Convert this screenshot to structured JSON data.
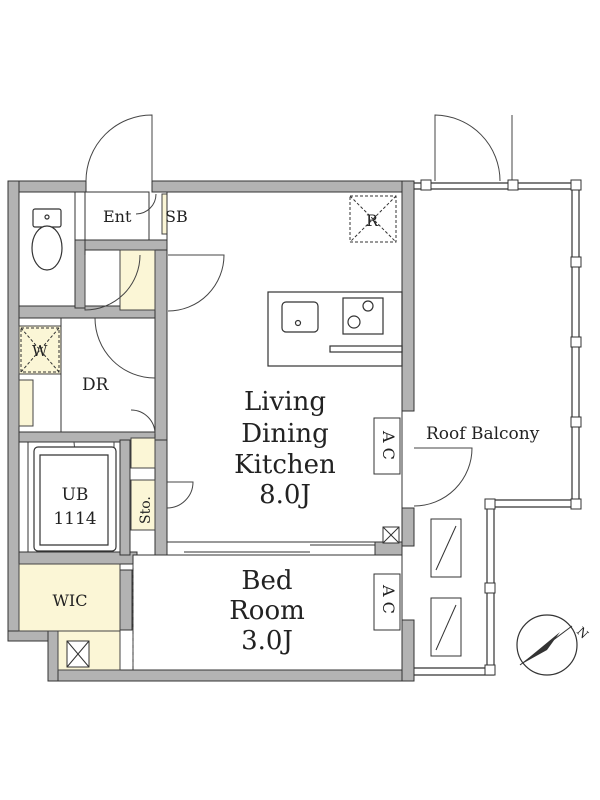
{
  "rooms": {
    "ldk_line1": "Living",
    "ldk_line2": "Dining",
    "ldk_line3": "Kitchen",
    "ldk_size": "8.0J",
    "bed_line1": "Bed",
    "bed_line2": "Room",
    "bed_size": "3.0J",
    "dr": "DR",
    "ub_line1": "UB",
    "ub_line2": "1114",
    "wic": "WIC",
    "ent": "Ent",
    "sb": "SB",
    "sto": "Sto.",
    "w": "W",
    "r": "R",
    "ac": "A C",
    "roof_balcony": "Roof Balcony"
  },
  "compass": {
    "north_label": "N"
  },
  "colors": {
    "wall": "#b3b3b3",
    "wall_outline": "#333333",
    "storage_fill": "#fbf6d6",
    "line": "#333333"
  }
}
